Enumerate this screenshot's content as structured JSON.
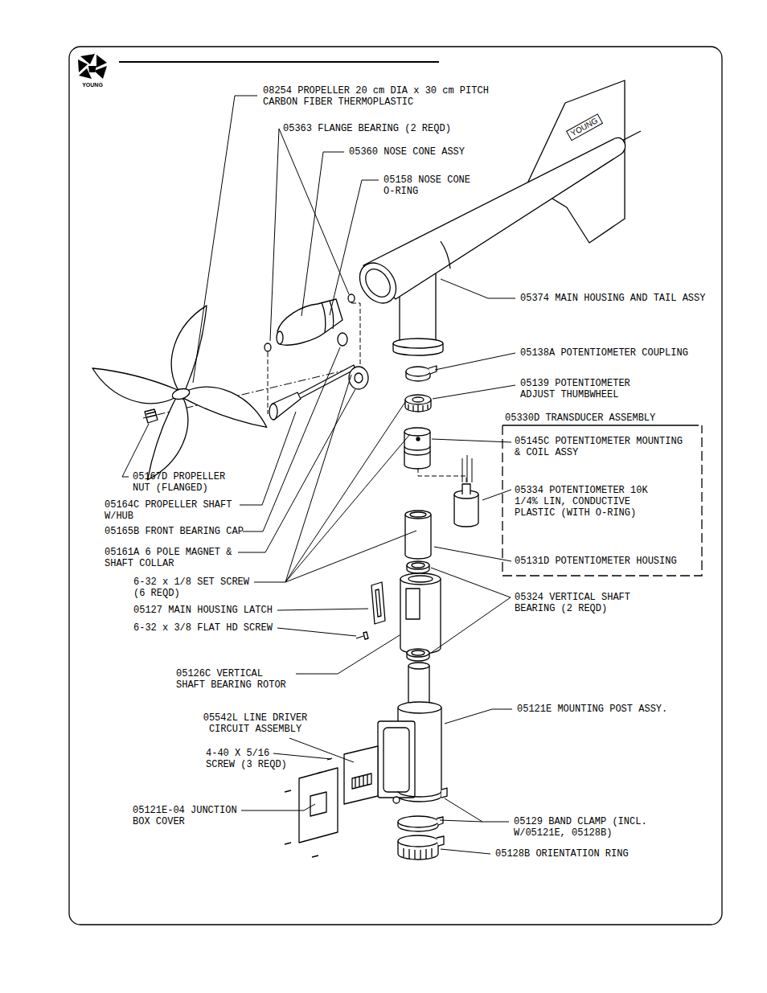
{
  "diagram": {
    "nodes": [
      {
        "text": [
          "05330D TRANSDUCER ASSEMBLY",
          "05145C POTENTIOMETER MOUNTING & COIL ASSY",
          "05334 POTENTIOMETER 10K 1/4% LIN, CONDUCTIVE PLASTIC (WITH O-RING)",
          "05131D POTENTIOMETER HOUSING"
        ]
      }
    ],
    "labels": [
      "YOUNG",
      "08254 PROPELLER 20 cm DIA x 30 cm PITCH CARBON FIBER THERMOPLASTIC",
      "05363 FLANGE BEARING (2 REQD)",
      "05360 NOSE CONE ASSY",
      "05158 NOSE CONE O-RING",
      "YOUNG",
      "05374 MAIN HOUSING AND TAIL ASSY",
      "05138A POTENTIOMETER COUPLING",
      "05139 POTENTIOMETER ADJUST THUMBWHEEL",
      "05167D PROPELLER NUT (FLANGED)",
      "05164C PROPELLER SHAFT W/HUB",
      "05165B FRONT BEARING CAP",
      "05161A 6 POLE MAGNET & SHAFT COLLAR",
      "6-32 x 1/8 SET SCREW (6 REQD)",
      "05127 MAIN HOUSING LATCH",
      "6-32 x 3/8 FLAT HD SCREW",
      "05324 VERTICAL SHAFT BEARING (2 REQD)",
      "05126C VERTICAL SHAFT BEARING ROTOR",
      "05542L LINE DRIVER CIRCUIT ASSEMBLY",
      "05121E MOUNTING POST ASSY.",
      "4-40 X 5/16 SCREW (3 REQD)",
      "05121E-04 JUNCTION BOX COVER",
      "05129 BAND CLAMP (INCL. W/05121E, 05128B)",
      "05128B ORIENTATION RING"
    ]
  }
}
